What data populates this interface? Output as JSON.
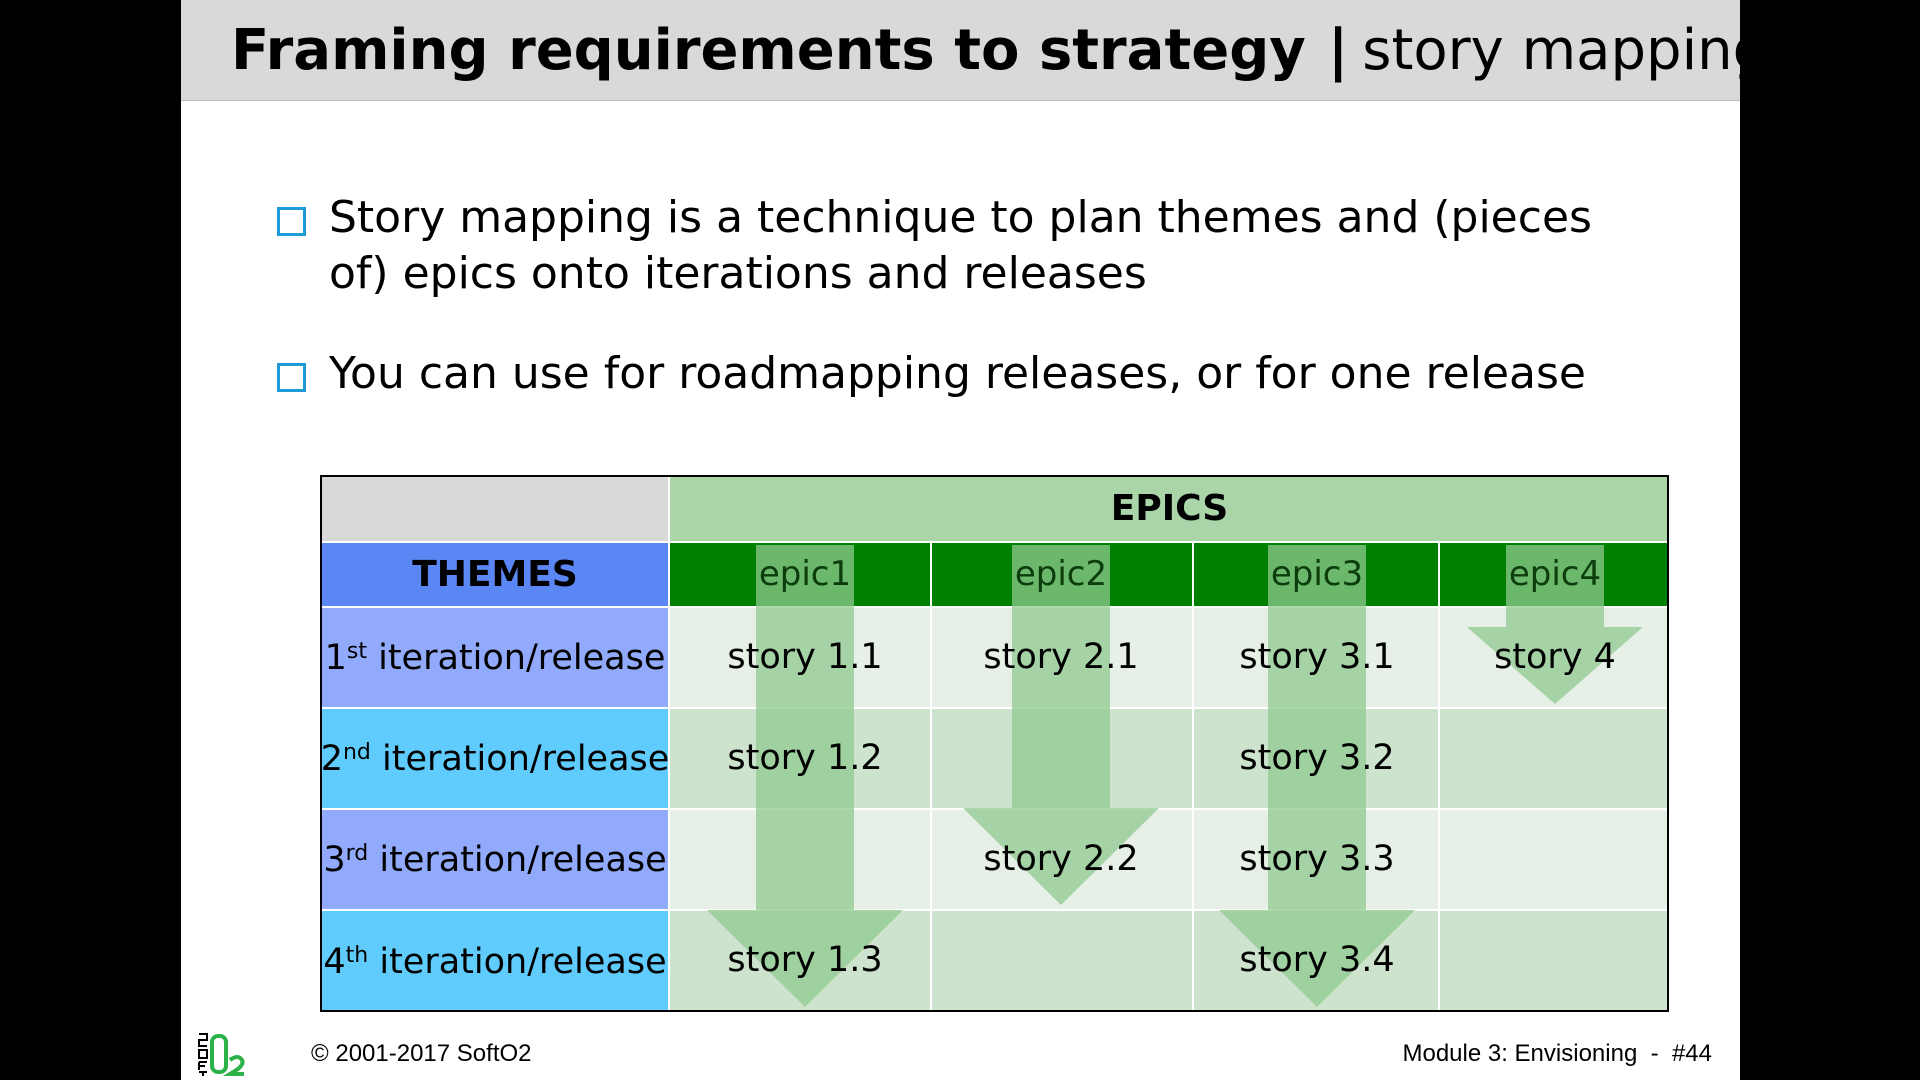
{
  "title": {
    "main": "Framing requirements to strategy",
    "separator": "|",
    "subtitle": "story mapping"
  },
  "bullets": [
    "Story mapping is a technique to plan themes and (pieces of) epics onto iterations and releases",
    "You can use for roadmapping releases, or for one release"
  ],
  "table": {
    "epics_header": "EPICS",
    "themes_header": "THEMES",
    "epics": [
      "epic1",
      "epic2",
      "epic3",
      "epic4"
    ],
    "rows": [
      {
        "num": "1",
        "suffix": "st",
        "label": " iteration/release"
      },
      {
        "num": "2",
        "suffix": "nd",
        "label": " iteration/release"
      },
      {
        "num": "3",
        "suffix": "rd",
        "label": " iteration/release"
      },
      {
        "num": "4",
        "suffix": "th",
        "label": " iteration/release"
      }
    ],
    "stories": {
      "s1_1": "story 1.1",
      "s1_2": "story 1.2",
      "s1_3": "story 1.3",
      "s2_1": "story 2.1",
      "s2_2": "story 2.2",
      "s3_1": "story 3.1",
      "s3_2": "story 3.2",
      "s3_3": "story 3.3",
      "s3_4": "story 3.4",
      "s4": "story 4"
    }
  },
  "footer": {
    "copyright": "© 2001-2017 SoftO2",
    "page": "Module 3: Envisioning  -  #44",
    "logo_text": "SOFT O2"
  },
  "colors": {
    "title_bar": "#d9d9d9",
    "bullet_box": "#1e9bd7",
    "epics_header": "#a9d5a9",
    "themes_header": "#5b87f5",
    "epic_band": "#008000",
    "arrow": "#8fc98f"
  }
}
